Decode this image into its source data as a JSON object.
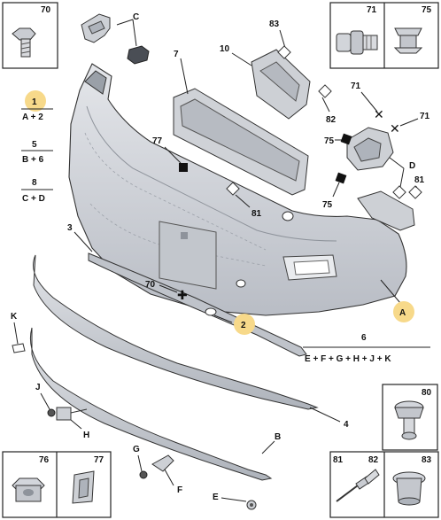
{
  "corner_boxes": {
    "top_left": "70",
    "top_right_a": "71",
    "top_right_b": "75",
    "right_mid": "80",
    "bottom_left_a": "76",
    "bottom_left_b": "77",
    "bottom_right_a": "81",
    "bottom_right_b": "82",
    "bottom_right_c": "83"
  },
  "callouts": {
    "c": "C",
    "n83": "83",
    "n10": "10",
    "n7": "7",
    "n82": "82",
    "n71a": "71",
    "n71b": "71",
    "n75a": "75",
    "n75b": "75",
    "d": "D",
    "n81a": "81",
    "n81b": "81",
    "n77": "77",
    "n3": "3",
    "n70": "70",
    "n2": "2",
    "a": "A",
    "k": "K",
    "j": "J",
    "h": "H",
    "n4": "4",
    "g": "G",
    "f": "F",
    "b": "B",
    "e": "E"
  },
  "fractions": {
    "f1_top": "1",
    "f1_bottom": "A + 2",
    "f5_top": "5",
    "f5_bottom": "B + 6",
    "f8_top": "8",
    "f8_bottom": "C + D",
    "f6_top": "6",
    "f6_bottom": "E + F + G + H + J + K"
  },
  "colors": {
    "highlight": "#f7d98a",
    "part_fill": "#d3d6dc",
    "part_shade": "#aeb3bb",
    "line": "#222222"
  }
}
